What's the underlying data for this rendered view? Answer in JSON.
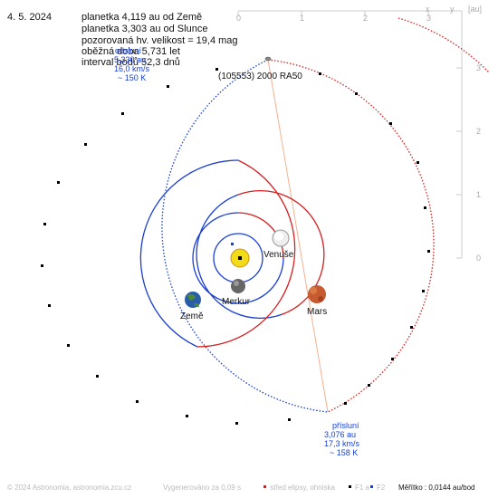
{
  "date": "4. 5. 2024",
  "info_lines": [
    "planetka 4,119 au od Země",
    "planetka 3,303 au od Slunce",
    "pozorovaná hv. velikost = 19,4 mag",
    "oběžná doba 5,731 let",
    "interval bodů 52,3 dnů"
  ],
  "object_name": "(105553) 2000 RA50",
  "aphelion": {
    "title": "odsluní",
    "distance": "5,330 au",
    "speed": "16,0 km/s",
    "temp": "~ 150 K"
  },
  "perihelion": {
    "title": "přísluní",
    "distance": "3,076 au",
    "speed": "17,3 km/s",
    "temp": "~ 158 K"
  },
  "planets": {
    "venus": "Venuše",
    "mercury": "Merkur",
    "earth": "Země",
    "mars": "Mars"
  },
  "axis": {
    "unit": "[au]",
    "x_label": "x",
    "y_label": "y",
    "x_ticks": [
      "0",
      "1",
      "2",
      "3"
    ],
    "y_ticks": [
      "0",
      "1",
      "2",
      "3"
    ]
  },
  "footer": {
    "copyright": "© 2024 Astronomia, astronomia.zcu.cz",
    "generated": "Vygenerováno za 0,09 s",
    "legend_center": "střed elipsy, ohniska",
    "legend_f1": "F1 a",
    "legend_f2": "F2",
    "scale": "Měřítko : 0,0144 au/bod"
  },
  "colors": {
    "orbit_blue": "#1a3fd0",
    "orbit_red": "#d42020",
    "sun": "#f2dc1a",
    "axis_grey": "#bbbbbb",
    "apse_line": "#f5b090"
  }
}
